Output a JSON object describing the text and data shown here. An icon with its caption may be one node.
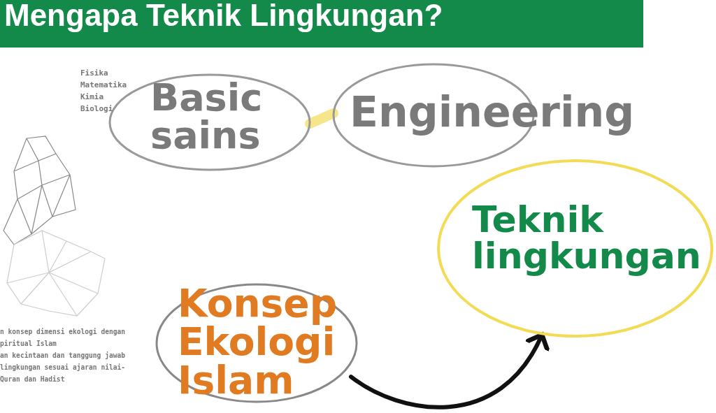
{
  "diagram": {
    "title": "Mengapa Teknik Lingkungan?",
    "nodes": [
      {
        "text": [
          "Basic sains"
        ]
      },
      {
        "text": [
          "Engineering"
        ]
      },
      {
        "text": [
          "Teknik lingkungan"
        ]
      },
      {
        "text": [
          "Konsep Ekologi Islam"
        ]
      }
    ],
    "edges": [
      {
        "from": 0,
        "to": 1,
        "arrow": "none",
        "style": "thick",
        "color": "#f5e68a"
      },
      {
        "from": 3,
        "to": 2,
        "arrow": "to",
        "color": "#111111"
      }
    ],
    "labels": [
      "Fisika",
      "Matematika",
      "Kimia",
      "Biologi",
      "n konsep dimensi ekologi dengan piritual Islam",
      "an kecintaan dan tanggung jawab lingkungan sesuai ajaran nilai-Quran dan Hadist"
    ]
  }
}
